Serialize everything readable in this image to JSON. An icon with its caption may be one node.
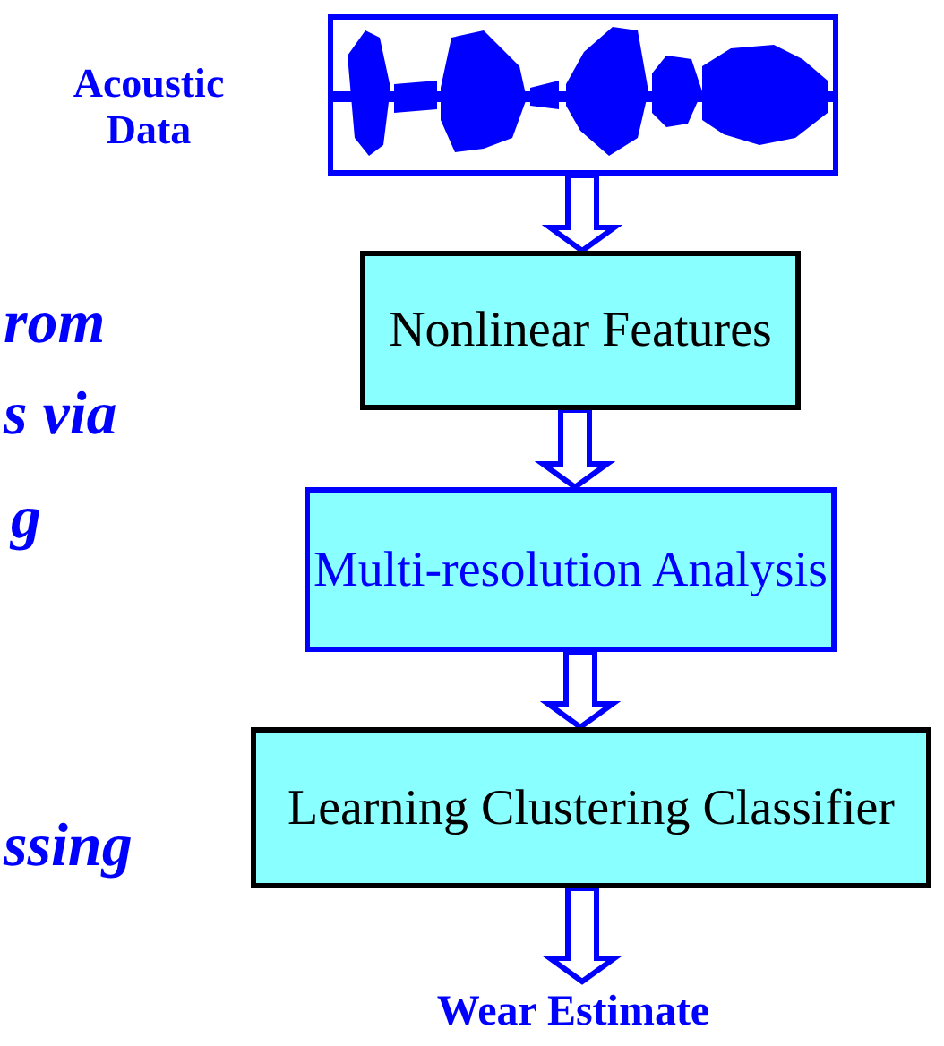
{
  "diagram": {
    "nodes": [
      {
        "text": [],
        "shape": "picture",
        "beside": [
          "Acoustic Data"
        ]
      },
      {
        "text": [
          "Nonlinear Features"
        ]
      },
      {
        "text": [
          "Multi-resolution Analysis"
        ]
      },
      {
        "text": [
          "Learning Clustering Classifier"
        ]
      },
      {
        "text": [
          "Wear Estimate"
        ]
      }
    ],
    "edges": [
      {
        "from": 0,
        "to": 1,
        "arrow": "to"
      },
      {
        "from": 1,
        "to": 2,
        "arrow": "to"
      },
      {
        "from": 2,
        "to": 3,
        "arrow": "to"
      },
      {
        "from": 3,
        "to": 4,
        "arrow": "to"
      }
    ],
    "labels": [
      "rom",
      "s via",
      "g",
      "ssing"
    ]
  }
}
